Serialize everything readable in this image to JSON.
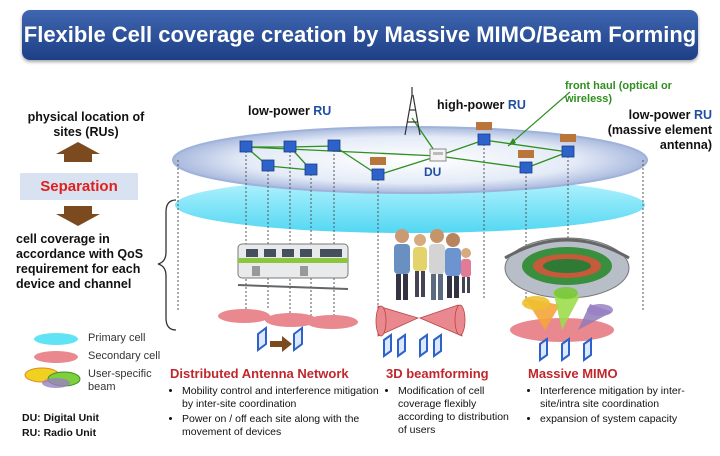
{
  "title": "Flexible Cell coverage creation by Massive MIMO/Beam Forming",
  "left": {
    "physical_location": "physical location of sites (RUs)",
    "separation": "Separation",
    "cell_coverage": "cell coverage in accordance with QoS requirement for each device and channel"
  },
  "labels": {
    "low_power_ru_prefix": "low-power ",
    "ru": "RU",
    "high_power_ru_prefix": "high-power ",
    "front_haul": "front haul (optical or wireless)",
    "low_power_ru2_prefix": "low-power ",
    "massive_element_antenna": "(massive element antenna)",
    "du": "DU"
  },
  "legend": {
    "primary": "Primary cell",
    "secondary": "Secondary cell",
    "user_specific": "User-specific beam"
  },
  "abbreviations": {
    "du": "DU: Digital Unit",
    "ru": "RU: Radio Unit"
  },
  "sections": [
    {
      "title": "Distributed Antenna Network",
      "bullets": [
        "Mobility control and interference mitigation by inter-site coordination",
        "Power on / off each site along with the movement of devices"
      ]
    },
    {
      "title": "3D beamforming",
      "bullets": [
        "Modification of cell coverage flexibly according to distribution of users"
      ]
    },
    {
      "title": "Massive MIMO",
      "bullets": [
        "Interference mitigation by inter-site/intra site coordination",
        "expansion of system capacity"
      ]
    }
  ],
  "colors": {
    "banner": "#2a4f9b",
    "primary_cell": "#5fe3f5",
    "secondary_cell": "#e9888f",
    "separation_text": "#e0201f",
    "ru_blue": "#1f4ea3",
    "front_haul_green": "#2f8f1f"
  }
}
